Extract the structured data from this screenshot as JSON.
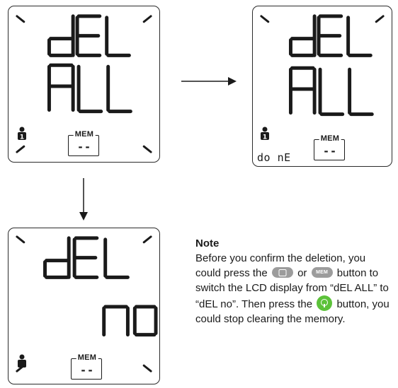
{
  "screens": [
    {
      "id": "delete-all-prompt",
      "line1": "dEL",
      "line2": "ALL",
      "user_number": "1",
      "mem_label": "MEM",
      "mem_value": "--",
      "footer_text": ""
    },
    {
      "id": "delete-all-done",
      "line1": "dEL",
      "line2": "ALL",
      "user_number": "1",
      "mem_label": "MEM",
      "mem_value": "--",
      "footer_text": "do nE"
    },
    {
      "id": "delete-cancel",
      "line1": "dEL",
      "line2": "no",
      "user_number": "",
      "mem_label": "MEM",
      "mem_value": "--",
      "footer_text": ""
    }
  ],
  "arrows": [
    {
      "from": "delete-all-prompt",
      "to": "delete-all-done",
      "direction": "right"
    },
    {
      "from": "delete-all-prompt",
      "to": "delete-cancel",
      "direction": "down"
    }
  ],
  "note": {
    "title": "Note",
    "text_part1": "Before you confirm the deletion, you could press the",
    "text_or": "or",
    "text_part2": "button to switch the LCD display from “dEL ALL” to “dEL no”. Then press the",
    "text_part3": "button, you could stop clearing the memory.",
    "button_mem_label": "MEM",
    "icons": [
      "user-select-button-icon",
      "mem-button-icon",
      "power-button-icon"
    ]
  },
  "colors": {
    "segment": "#1a1a1a",
    "frame": "#2b2b2b",
    "button_gray": "#9c9c9c",
    "button_green": "#5cc23a"
  }
}
